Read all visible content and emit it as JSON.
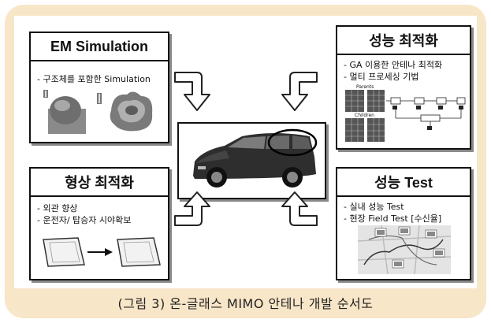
{
  "boxes": {
    "em": {
      "title": "EM Simulation",
      "bullets": [
        "- 구조체를 포함한 Simulation"
      ]
    },
    "shape": {
      "title": "형상 최적화",
      "bullets": [
        "- 외관 향상",
        "- 운전자/ 탑승자 시야확보"
      ]
    },
    "perf_opt": {
      "title": "성능 최적화",
      "bullets": [
        "- GA 이용한 안테나 최적화",
        "- 멀티 프로세싱 기법"
      ],
      "diagram_labels": {
        "parents": "Parents",
        "children": "Children"
      }
    },
    "perf_test": {
      "title": "성능 Test",
      "bullets": [
        "- 실내 성능 Test",
        "- 현장 Field Test [수신율]"
      ]
    }
  },
  "caption": "(그림 3) 온-글래스 MIMO 안테나 개발 순서도",
  "colors": {
    "frame": "#f8e6c8",
    "border": "#111111",
    "shadow": "#8a8a8a"
  }
}
